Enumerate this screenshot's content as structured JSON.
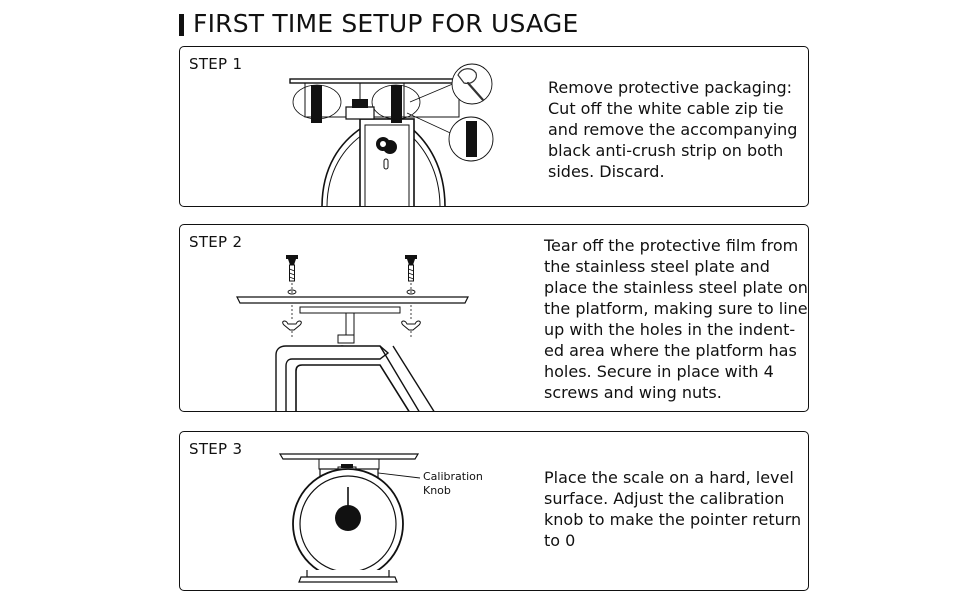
{
  "page": {
    "title": "FIRST TIME SETUP FOR USAGE"
  },
  "steps": [
    {
      "label": "STEP 1",
      "lines": [
        "Remove protective packaging:",
        "Cut off the white cable zip tie",
        "and remove the accompanying",
        "black anti-crush strip on both",
        "sides. Discard."
      ]
    },
    {
      "label": "STEP 2",
      "lines": [
        "Tear off the protective film from",
        "the stainless steel plate and",
        "place the stainless steel plate on",
        "the platform, making sure to line",
        "up with the holes in the indent-",
        "ed area where the platform has",
        "holes. Secure in place with 4",
        "screws and wing nuts."
      ]
    },
    {
      "label": "STEP 3",
      "lines": [
        "Place the scale on a hard, level",
        "surface. Adjust the calibration",
        "knob to make the pointer return",
        "to 0"
      ],
      "callout_lines": [
        "Calibration",
        "Knob"
      ]
    }
  ]
}
